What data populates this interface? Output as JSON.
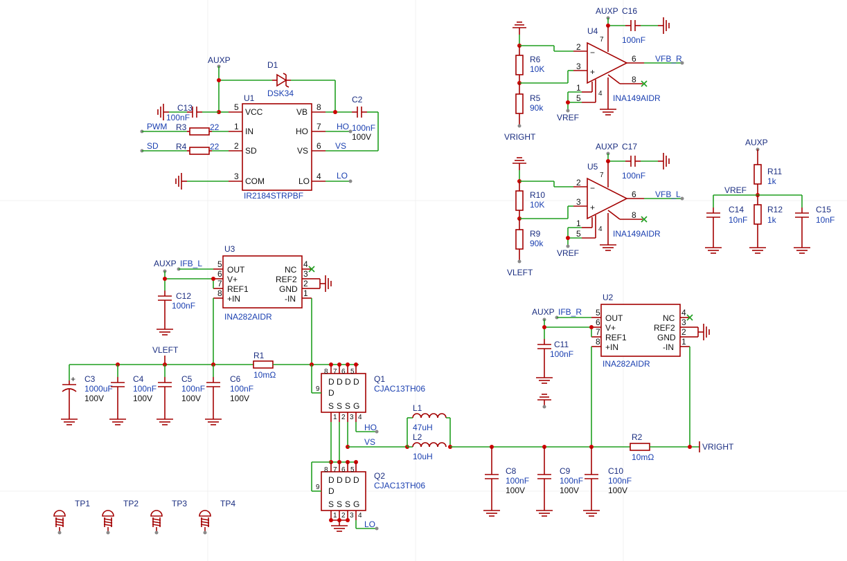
{
  "schematic": {
    "driver": {
      "ref": "U1",
      "part": "IR2184STRPBF",
      "pins": [
        {
          "num": "5",
          "name": "VCC"
        },
        {
          "num": "1",
          "name": "IN"
        },
        {
          "num": "2",
          "name": "SD"
        },
        {
          "num": "3",
          "name": "COM"
        },
        {
          "num": "8",
          "name": "VB"
        },
        {
          "num": "7",
          "name": "HO"
        },
        {
          "num": "6",
          "name": "VS"
        },
        {
          "num": "4",
          "name": "LO"
        }
      ],
      "d1": {
        "ref": "D1",
        "part": "DSK34"
      },
      "c13": {
        "ref": "C13",
        "value": "100nF"
      },
      "c2": {
        "ref": "C2",
        "value": "100nF",
        "voltage": "100V"
      },
      "r3": {
        "ref": "R3",
        "value": "22"
      },
      "r4": {
        "ref": "R4",
        "value": "22"
      },
      "nets": {
        "auxp": "AUXP",
        "pwm": "PWM",
        "sd": "SD",
        "ho": "HO",
        "vs": "VS",
        "lo": "LO"
      }
    },
    "amp_right": {
      "ref": "U4",
      "part": "INA149AIDR",
      "net_top": "AUXP",
      "cap": {
        "ref": "C16",
        "value": "100nF"
      },
      "r6": {
        "ref": "R6",
        "value": "10K"
      },
      "r5": {
        "ref": "R5",
        "value": "90k"
      },
      "out": "VFB_R",
      "vref": "VREF",
      "vin": "VRIGHT",
      "pins": {
        "p2": "2",
        "p3": "3",
        "p6": "6",
        "p8": "8",
        "p1": "1",
        "p5": "5",
        "p4": "4",
        "p7": "7"
      }
    },
    "amp_left": {
      "ref": "U5",
      "part": "INA149AIDR",
      "net_top": "AUXP",
      "cap": {
        "ref": "C17",
        "value": "100nF"
      },
      "r10": {
        "ref": "R10",
        "value": "10K"
      },
      "r9": {
        "ref": "R9",
        "value": "90k"
      },
      "out": "VFB_L",
      "vref": "VREF",
      "vin": "VLEFT",
      "pins": {
        "p2": "2",
        "p3": "3",
        "p6": "6",
        "p8": "8",
        "p1": "1",
        "p5": "5",
        "p4": "4",
        "p7": "7"
      }
    },
    "vref_div": {
      "auxp": "AUXP",
      "vref": "VREF",
      "r11": {
        "ref": "R11",
        "value": "1k"
      },
      "r12": {
        "ref": "R12",
        "value": "1k"
      },
      "c14": {
        "ref": "C14",
        "value": "10nF"
      },
      "c15": {
        "ref": "C15",
        "value": "10nF"
      }
    },
    "sense_left": {
      "ref": "U3",
      "part": "INA282AIDR",
      "auxp": "AUXP",
      "out_net": "IFB_L",
      "cap": {
        "ref": "C12",
        "value": "100nF"
      },
      "pins_left": [
        {
          "num": "5",
          "name": "OUT"
        },
        {
          "num": "6",
          "name": "V+"
        },
        {
          "num": "7",
          "name": "REF1"
        },
        {
          "num": "8",
          "name": "+IN"
        }
      ],
      "pins_right": [
        {
          "num": "4",
          "name": "NC"
        },
        {
          "num": "3",
          "name": "REF2"
        },
        {
          "num": "2",
          "name": "GND"
        },
        {
          "num": "1",
          "name": "-IN"
        }
      ]
    },
    "sense_right": {
      "ref": "U2",
      "part": "INA282AIDR",
      "auxp": "AUXP",
      "out_net": "IFB_R",
      "cap": {
        "ref": "C11",
        "value": "100nF"
      },
      "pins_left": [
        {
          "num": "5",
          "name": "OUT"
        },
        {
          "num": "6",
          "name": "V+"
        },
        {
          "num": "7",
          "name": "REF1"
        },
        {
          "num": "8",
          "name": "+IN"
        }
      ],
      "pins_right": [
        {
          "num": "4",
          "name": "NC"
        },
        {
          "num": "3",
          "name": "REF2"
        },
        {
          "num": "2",
          "name": "GND"
        },
        {
          "num": "1",
          "name": "-IN"
        }
      ]
    },
    "power_stage": {
      "vleft": "VLEFT",
      "vright": "VRIGHT",
      "ho": "HO",
      "lo": "LO",
      "vs": "VS",
      "c3": {
        "ref": "C3",
        "value": "1000uF",
        "voltage": "100V"
      },
      "c4": {
        "ref": "C4",
        "value": "100nF",
        "voltage": "100V"
      },
      "c5": {
        "ref": "C5",
        "value": "100nF",
        "voltage": "100V"
      },
      "c6": {
        "ref": "C6",
        "value": "100nF",
        "voltage": "100V"
      },
      "r1": {
        "ref": "R1",
        "value": "10mΩ"
      },
      "r2": {
        "ref": "R2",
        "value": "10mΩ"
      },
      "q1": {
        "ref": "Q1",
        "part": "CJAC13TH06"
      },
      "q2": {
        "ref": "Q2",
        "part": "CJAC13TH06"
      },
      "l1": {
        "ref": "L1",
        "value": "47uH"
      },
      "l2": {
        "ref": "L2",
        "value": "10uH"
      },
      "c8": {
        "ref": "C8",
        "value": "100nF",
        "voltage": "100V"
      },
      "c9": {
        "ref": "C9",
        "value": "100nF",
        "voltage": "100V"
      },
      "c10": {
        "ref": "C10",
        "value": "100nF",
        "voltage": "100V"
      },
      "fet_pins": {
        "d": "D",
        "s": "S",
        "g": "G",
        "n1": "1",
        "n2": "2",
        "n3": "3",
        "n4": "4",
        "n5": "5",
        "n6": "6",
        "n7": "7",
        "n8": "8",
        "n9": "9"
      }
    },
    "test_points": [
      {
        "ref": "TP1"
      },
      {
        "ref": "TP2"
      },
      {
        "ref": "TP3"
      },
      {
        "ref": "TP4"
      }
    ]
  }
}
